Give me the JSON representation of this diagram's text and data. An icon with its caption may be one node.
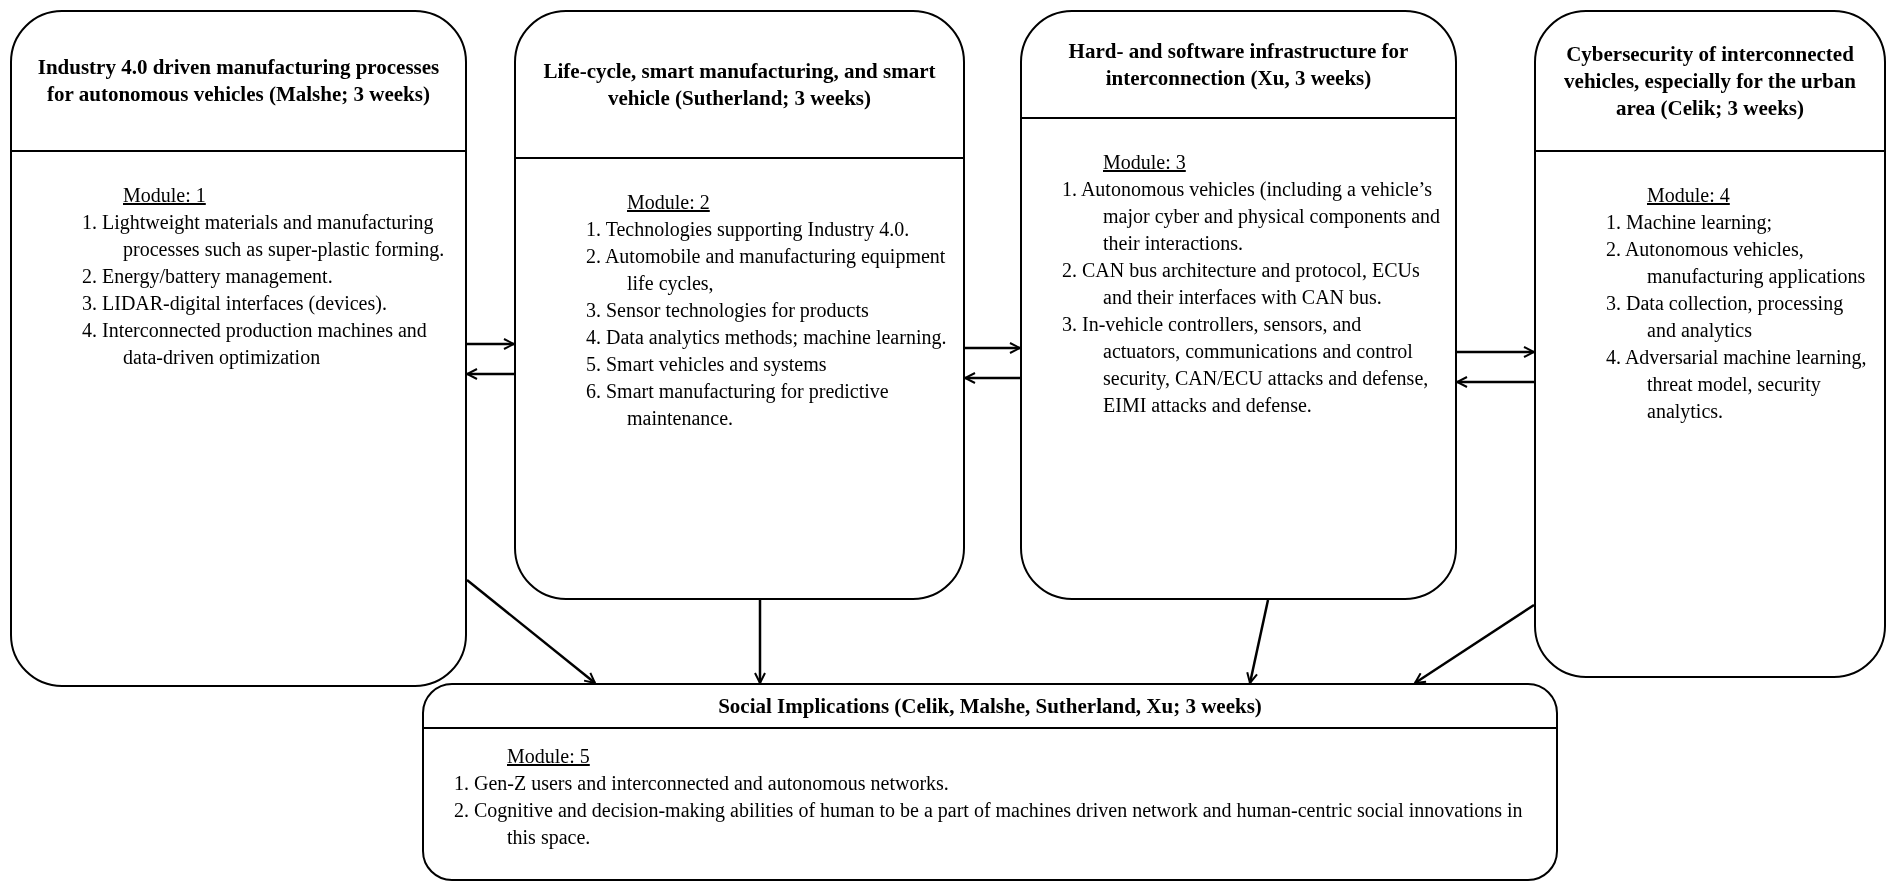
{
  "diagram": {
    "nodes": [
      {
        "text": [
          "Industry 4.0 driven manufacturing processes for autonomous vehicles (Malshe; 3 weeks)",
          "Module: 1",
          "1. Lightweight materials and manufacturing processes such as super-plastic forming.",
          "2. Energy/battery management.",
          "3. LIDAR-digital interfaces (devices).",
          "4. Interconnected production machines and data-driven optimization"
        ]
      },
      {
        "text": [
          "Life-cycle, smart manufacturing, and smart vehicle (Sutherland; 3 weeks)",
          "Module: 2",
          "1. Technologies supporting Industry 4.0.",
          "2. Automobile and manufacturing equipment life cycles,",
          "3. Sensor technologies for products",
          "4. Data analytics methods; machine learning.",
          "5. Smart vehicles and systems",
          "6. Smart manufacturing for predictive maintenance."
        ]
      },
      {
        "text": [
          "Hard- and software infrastructure for interconnection (Xu, 3 weeks)",
          "Module: 3",
          "1. Autonomous vehicles (including a vehicle’s major cyber and physical components and their interactions.",
          "2. CAN bus architecture and protocol, ECUs and their interfaces with CAN bus.",
          "3. In-vehicle controllers, sensors, and actuators, communications and control security, CAN/ECU attacks and defense, EIMI attacks and defense."
        ]
      },
      {
        "text": [
          "Cybersecurity of interconnected vehicles, especially for the urban area (Celik; 3 weeks)",
          "Module: 4",
          "1. Machine learning;",
          "2. Autonomous vehicles, manufacturing applications",
          "3. Data collection, processing and analytics",
          "4. Adversarial machine learning, threat model, security analytics."
        ]
      },
      {
        "text": [
          "Social Implications (Celik, Malshe, Sutherland, Xu; 3 weeks)",
          "Module: 5",
          "1. Gen-Z users and interconnected and autonomous networks.",
          "2. Cognitive and decision-making abilities of human to be a part of machines driven network and human-centric social innovations in this space."
        ]
      }
    ],
    "edges": [
      {
        "from": 0,
        "to": 1,
        "arrow": "to"
      },
      {
        "from": 1,
        "to": 0,
        "arrow": "to"
      },
      {
        "from": 1,
        "to": 2,
        "arrow": "to"
      },
      {
        "from": 2,
        "to": 1,
        "arrow": "to"
      },
      {
        "from": 2,
        "to": 3,
        "arrow": "to"
      },
      {
        "from": 3,
        "to": 2,
        "arrow": "to"
      },
      {
        "from": 0,
        "to": 4,
        "arrow": "to"
      },
      {
        "from": 1,
        "to": 4,
        "arrow": "to"
      },
      {
        "from": 2,
        "to": 4,
        "arrow": "to"
      },
      {
        "from": 3,
        "to": 4,
        "arrow": "to"
      }
    ]
  }
}
